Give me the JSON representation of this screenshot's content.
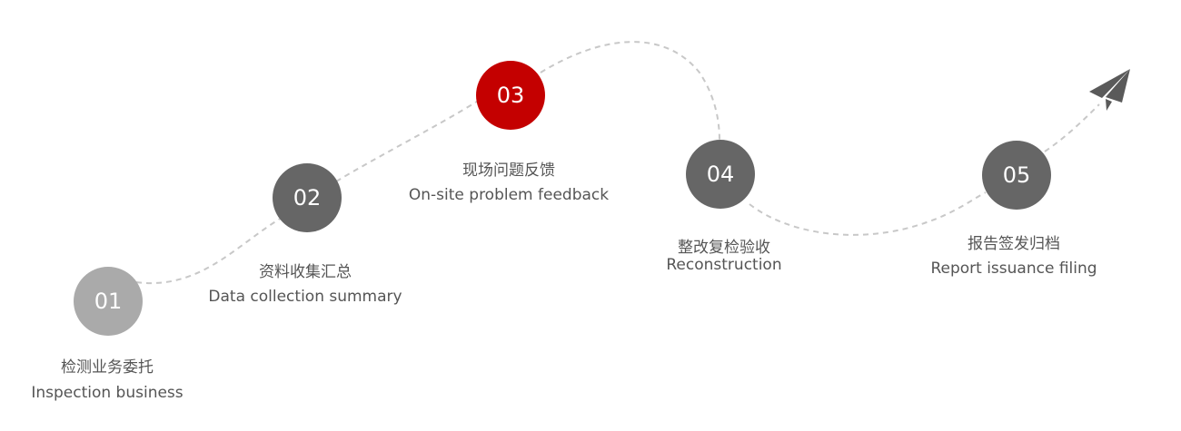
{
  "colors": {
    "active": "#c40000",
    "default": "#666666",
    "first": "#aaaaaa",
    "line": "#c8c8c8"
  },
  "steps": [
    {
      "num": "01",
      "cn": "检测业务委托",
      "en": "Inspection business"
    },
    {
      "num": "02",
      "cn": "资料收集汇总",
      "en": "Data collection summary"
    },
    {
      "num": "03",
      "cn": "现场问题反馈",
      "en": "On-site problem feedback"
    },
    {
      "num": "04",
      "cn": "整改复检验收",
      "en": "Reconstruction"
    },
    {
      "num": "05",
      "cn": "报告签发归档",
      "en": "Report issuance filing"
    }
  ],
  "end_icon": "paper-plane-icon"
}
